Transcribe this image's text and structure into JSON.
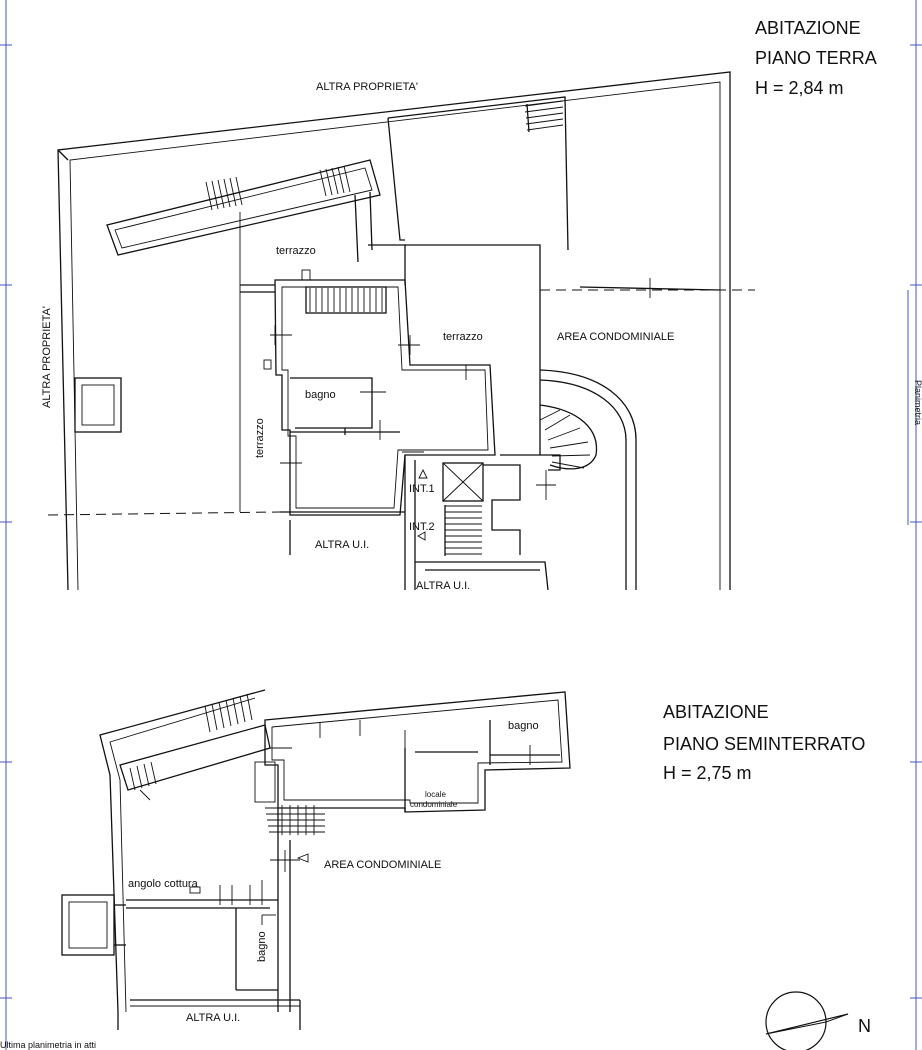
{
  "titles": {
    "ground": {
      "line1": "ABITAZIONE",
      "line2": "PIANO TERRA",
      "line3": "H = 2,84 m"
    },
    "basement": {
      "line1": "ABITAZIONE",
      "line2": "PIANO SEMINTERRATO",
      "line3": "H = 2,75 m"
    }
  },
  "ground_labels": {
    "altra_proprieta_top": "ALTRA PROPRIETA'",
    "altra_proprieta_left": "ALTRA PROPRIETA'",
    "terrazzo_top": "terrazzo",
    "terrazzo_mid": "terrazzo",
    "terrazzo_vertical": "terrazzo",
    "area_condominiale": "AREA CONDOMINIALE",
    "bagno": "bagno",
    "int1": "INT.1",
    "int2": "INT.2",
    "altra_ui_left": "ALTRA U.I.",
    "altra_ui_bottom": "ALTRA U.I."
  },
  "basement_labels": {
    "bagno_top": "bagno",
    "locale_line1": "locale",
    "locale_line2": "condominiale",
    "area_condominiale": "AREA CONDOMINIALE",
    "angolo_cottura": "angolo cottura",
    "bagno_vertical": "bagno",
    "altra_ui": "ALTRA U.I."
  },
  "compass": {
    "label": "N"
  },
  "footer": {
    "note": "Ultima planimetria in atti"
  },
  "side_note": "Planimetria"
}
